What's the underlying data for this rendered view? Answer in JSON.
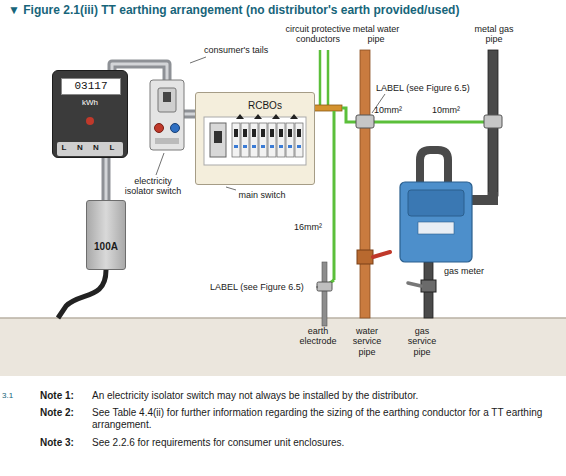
{
  "diagram": {
    "title": "▼ Figure 2.1(iii) TT earthing arrangement (no distributor's earth provided/used)",
    "nodes": [
      {
        "text": [
          "03117",
          "kWh"
        ]
      },
      {
        "text": [
          "RCBOs"
        ]
      },
      {
        "text": [
          "100A"
        ]
      }
    ],
    "edges": [
      {
        "from": 2,
        "to": 0,
        "arrow": "none"
      },
      {
        "from": 0,
        "to": 1,
        "arrow": "none"
      }
    ],
    "labels": [
      "consumer's tails",
      "circuit protective conductors",
      "metal water pipe",
      "metal gas pipe",
      "L",
      "N",
      "N",
      "L",
      "electricity isolator switch",
      "main switch",
      "10mm²",
      "10mm²",
      "LABEL (see Figure 6.5)",
      "16mm²",
      "gas meter",
      "LABEL (see Figure 6.5)",
      "earth electrode",
      "water service pipe",
      "gas service pipe",
      "3.1",
      "Note 1:",
      "An electricity isolator switch may not always be installed by the distributor.",
      "Note 2:",
      "See Table 4.4(ii) for further information regarding the sizing of the earthing conductor for a TT earthing arrangement.",
      "Note 3:",
      "See 2.2.6 for requirements for consumer unit enclosures."
    ]
  }
}
